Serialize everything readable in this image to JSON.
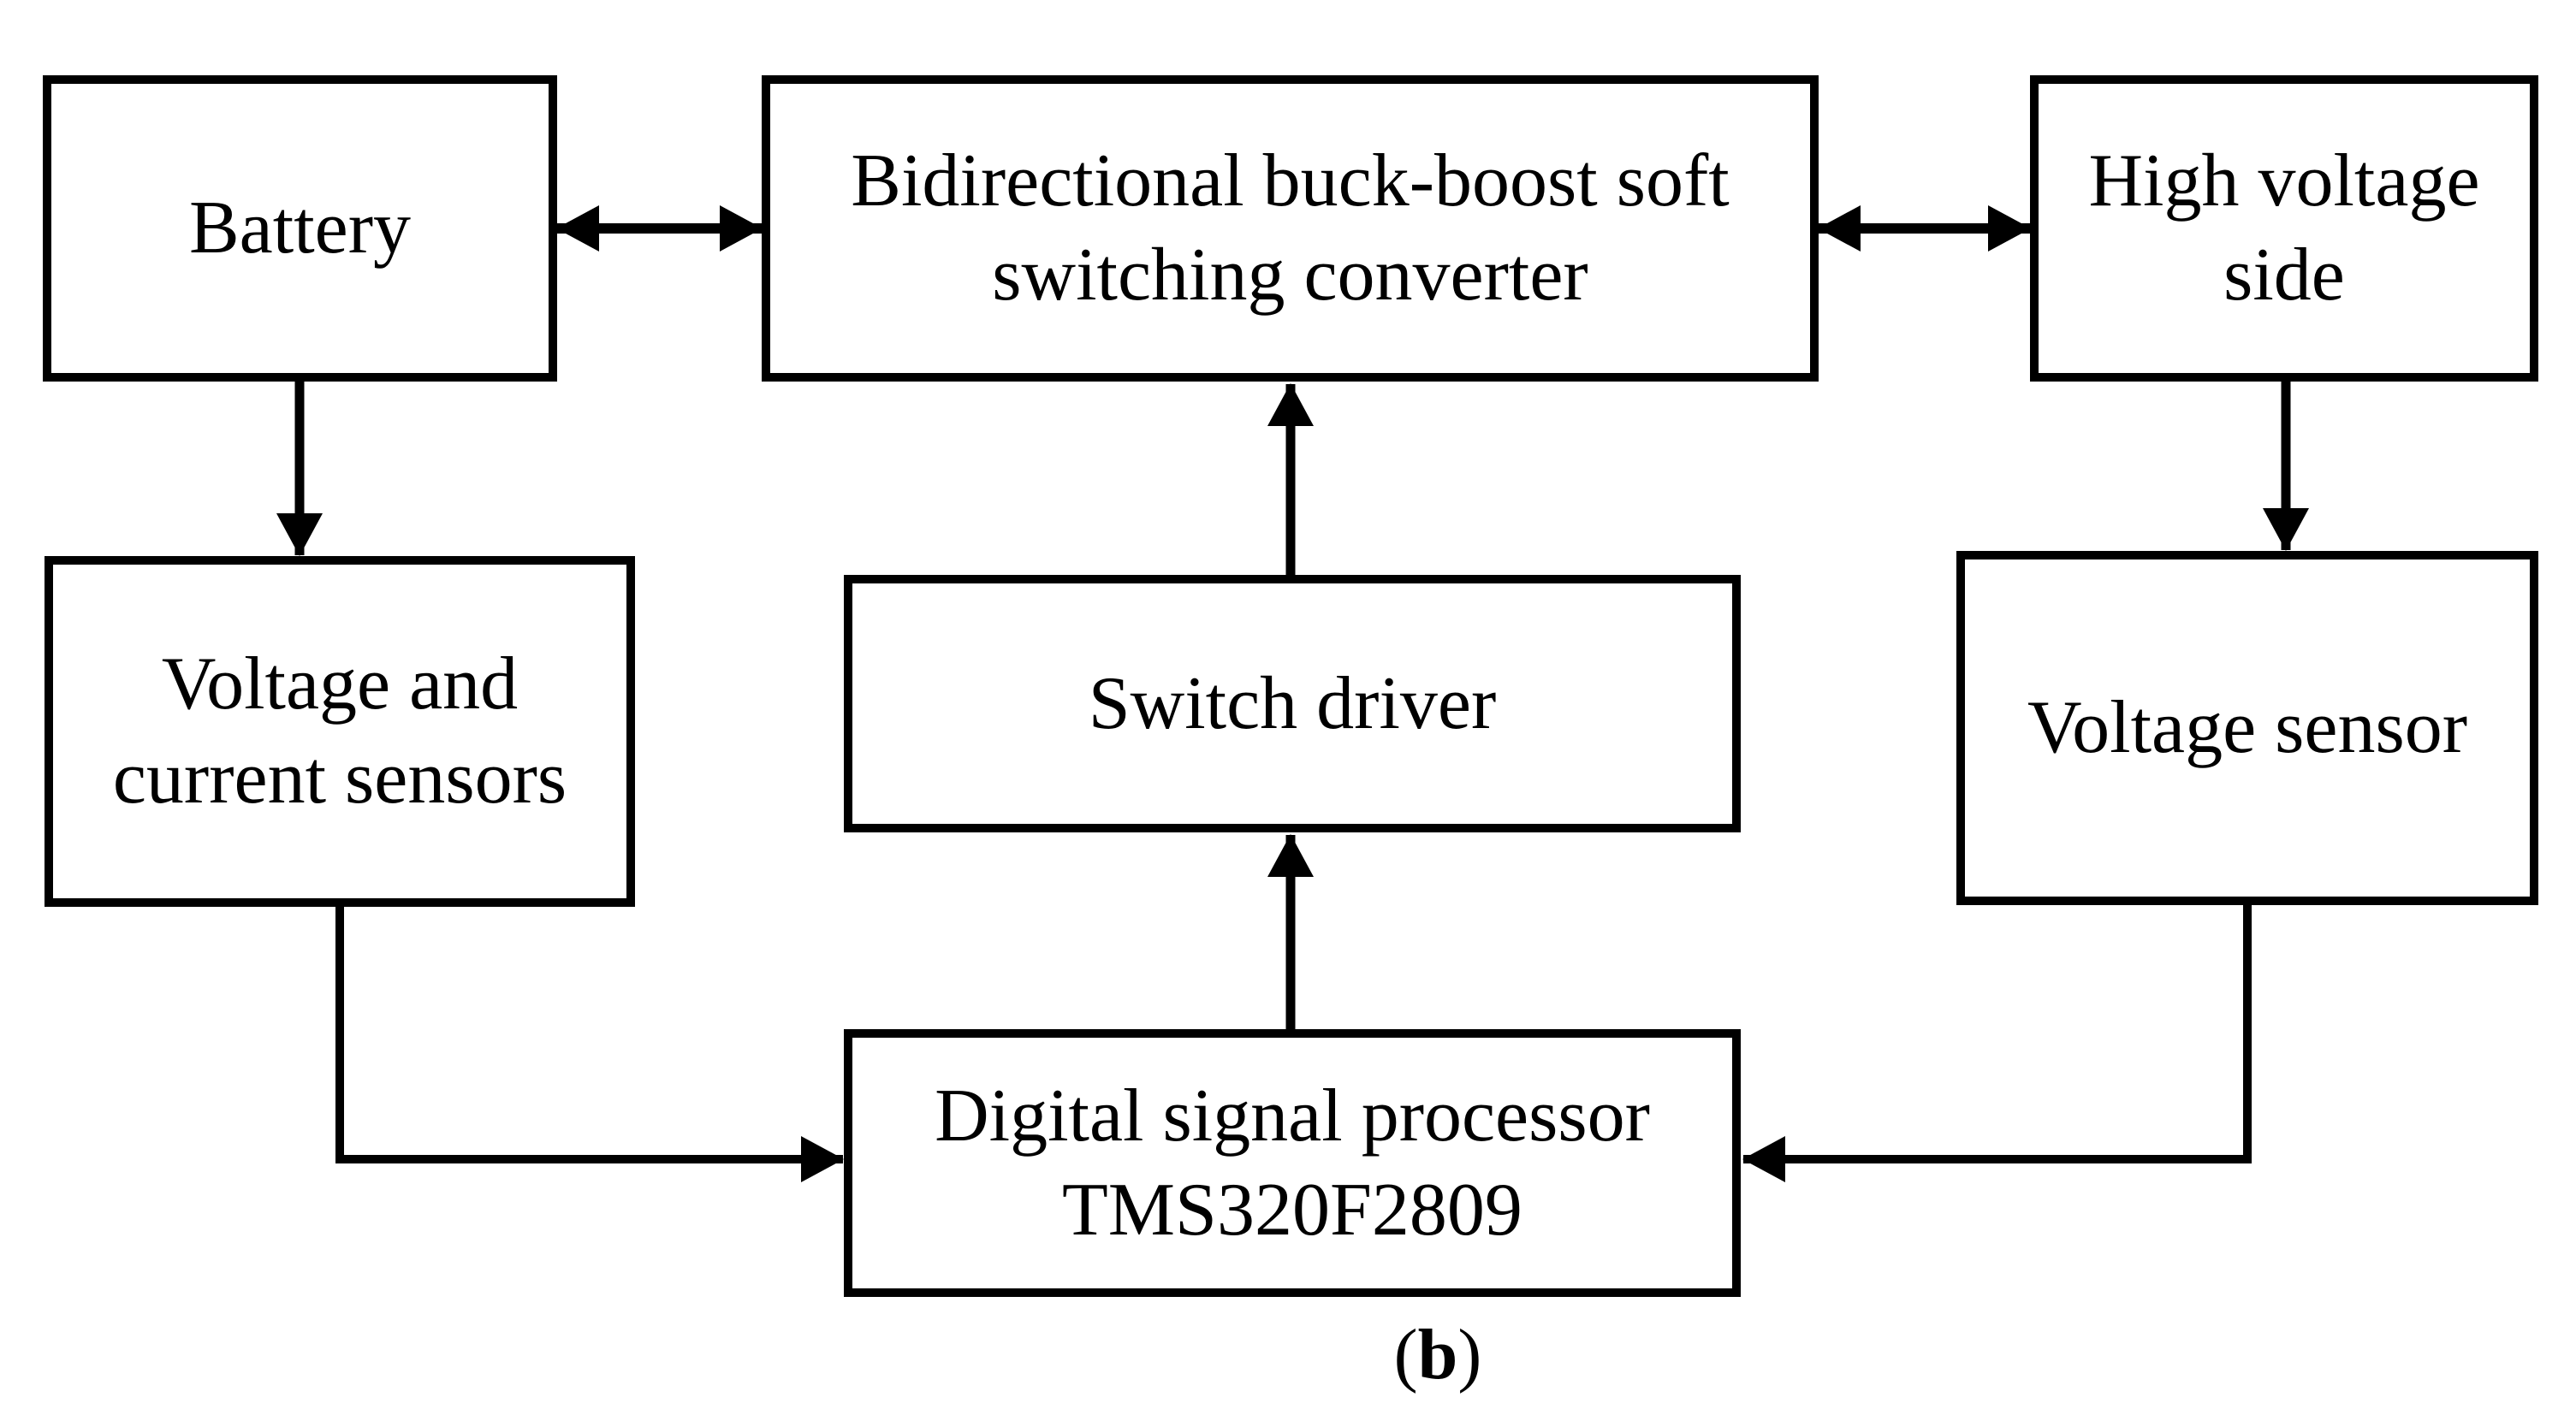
{
  "figure": {
    "type": "block-diagram",
    "colors": {
      "line": "#000000",
      "background": "#ffffff"
    },
    "nodes": {
      "battery": {
        "label": "Battery"
      },
      "converter": {
        "label": "Bidirectional buck-boost soft\nswitching converter"
      },
      "high_voltage_side": {
        "label": "High voltage\nside"
      },
      "voltage_current_sensors": {
        "label": "Voltage and\ncurrent sensors"
      },
      "switch_driver": {
        "label": "Switch driver"
      },
      "voltage_sensor": {
        "label": "Voltage sensor"
      },
      "dsp": {
        "label": "Digital signal processor\nTMS320F2809"
      }
    },
    "edges": [
      {
        "from": "battery",
        "to": "converter",
        "direction": "bidirectional"
      },
      {
        "from": "converter",
        "to": "high_voltage_side",
        "direction": "bidirectional"
      },
      {
        "from": "battery",
        "to": "voltage_current_sensors",
        "direction": "one-way"
      },
      {
        "from": "high_voltage_side",
        "to": "voltage_sensor",
        "direction": "one-way"
      },
      {
        "from": "switch_driver",
        "to": "converter",
        "direction": "one-way"
      },
      {
        "from": "dsp",
        "to": "switch_driver",
        "direction": "one-way"
      },
      {
        "from": "voltage_current_sensors",
        "to": "dsp",
        "direction": "one-way"
      },
      {
        "from": "voltage_sensor",
        "to": "dsp",
        "direction": "one-way"
      }
    ],
    "caption": {
      "open": "(",
      "letter": "b",
      "close": ")"
    }
  }
}
